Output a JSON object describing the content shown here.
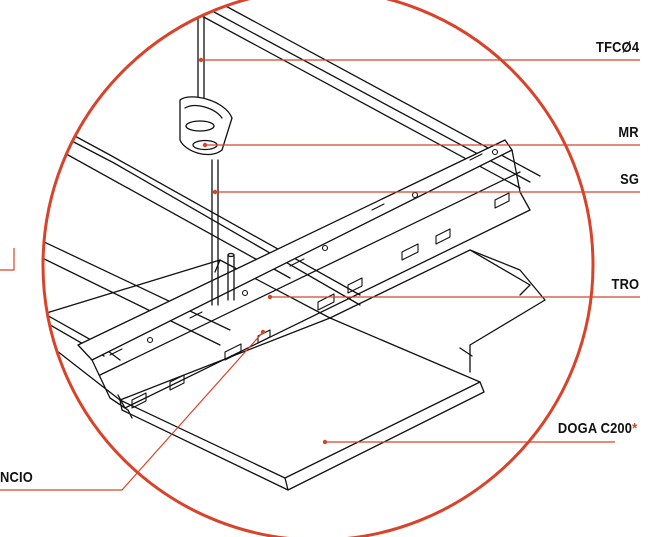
{
  "labels": {
    "tfc": "TFCØ4",
    "mr": "MR",
    "sg": "SG",
    "tro": "TRO",
    "doga": "DOGA C200",
    "doga_mark": "*",
    "gancio": "NCIO"
  },
  "colors": {
    "accent": "#d8432a",
    "ink": "#111111",
    "background": "#ffffff"
  }
}
